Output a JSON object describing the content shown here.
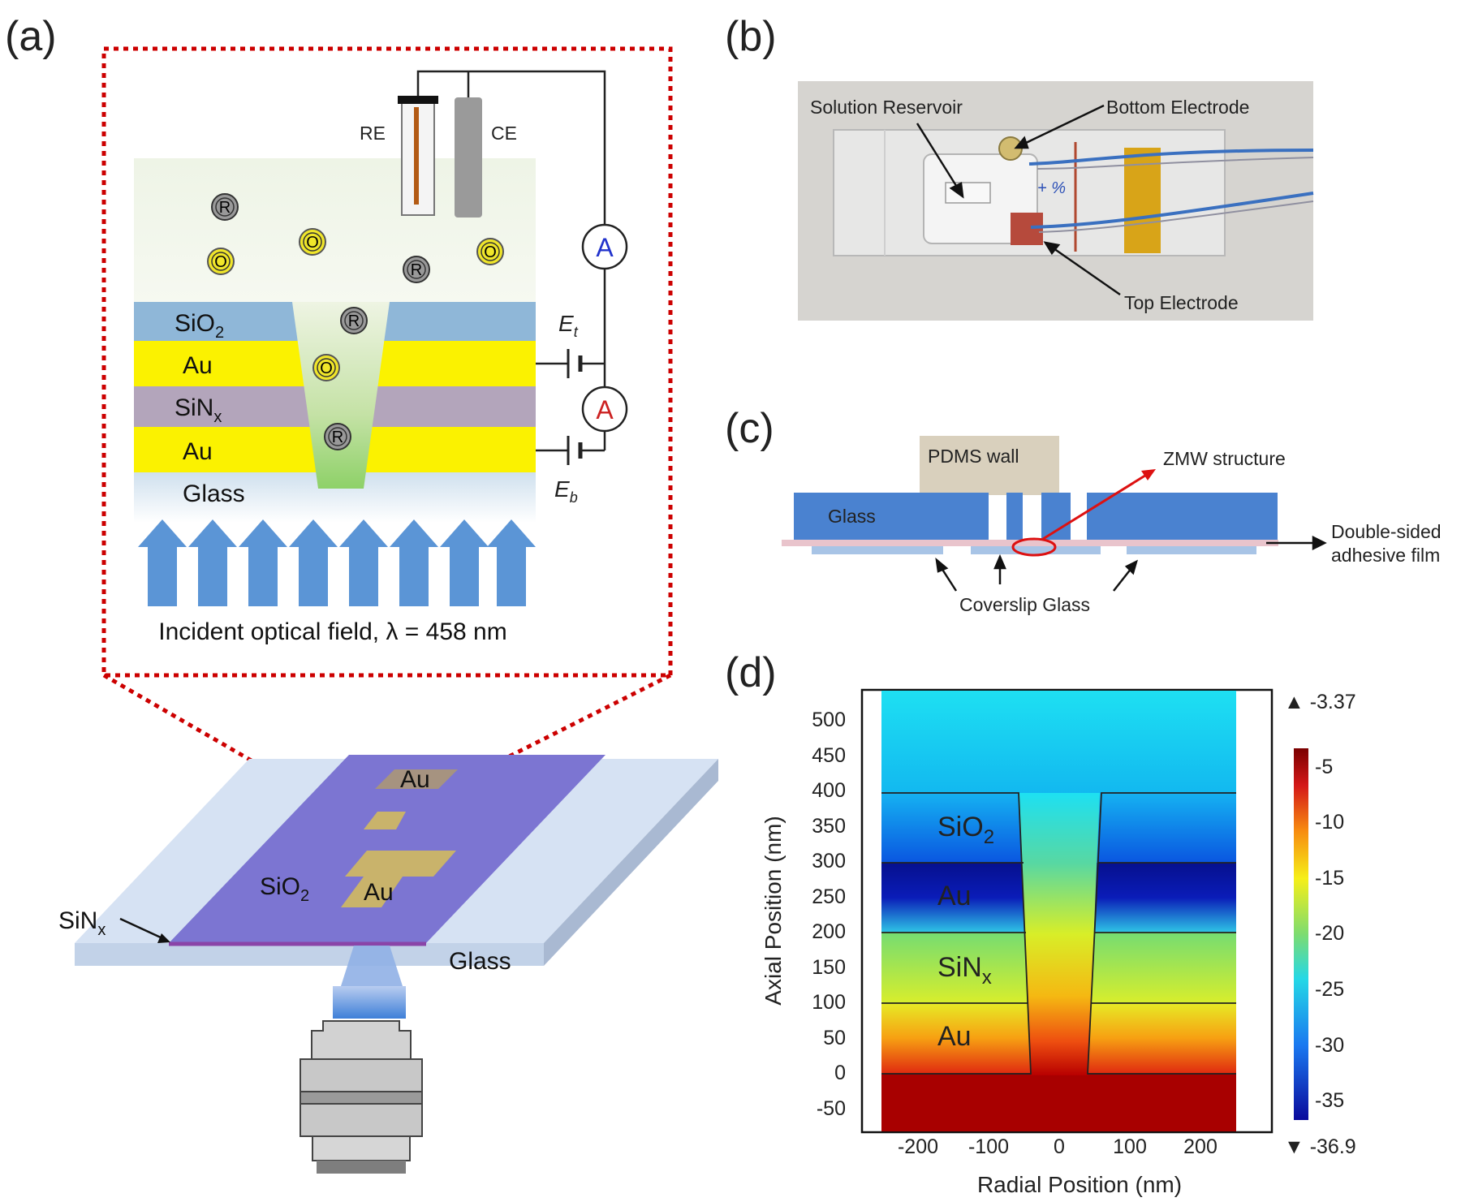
{
  "panels": {
    "a": {
      "label": "(a)",
      "electrodes": {
        "re": "RE",
        "ce": "CE"
      },
      "ammeters": [
        "A",
        "A"
      ],
      "species": {
        "reduced": "R",
        "oxidized": "O"
      },
      "layers": [
        "SiO",
        "Au",
        "SiN",
        "Au",
        "Glass"
      ],
      "layer_subscripts": {
        "sio2": "2",
        "sinx": "x"
      },
      "potentials": {
        "top": "E",
        "top_sub": "t",
        "bottom": "E",
        "bottom_sub": "b"
      },
      "incident_label": "Incident optical field, λ = 458 nm",
      "device_labels": {
        "au_top": "Au",
        "au_bottom": "Au",
        "sio2": "SiO",
        "sio2_sub": "2",
        "sinx": "SiN",
        "sinx_sub": "x",
        "glass": "Glass"
      },
      "colors": {
        "sio2": "#8fb7d8",
        "au": "#fbf200",
        "sinx": "#b3a5bb",
        "dotted_outline": "#cc0000",
        "arrows": "#5b95d6"
      }
    },
    "b": {
      "label": "(b)",
      "annotations": {
        "reservoir": "Solution Reservoir",
        "bottom_electrode": "Bottom Electrode",
        "top_electrode": "Top Electrode"
      }
    },
    "c": {
      "label": "(c)",
      "labels": {
        "pdms": "PDMS wall",
        "glass": "Glass",
        "zmw": "ZMW structure",
        "film_line1": "Double-sided",
        "film_line2": "adhesive film",
        "coverslip": "Coverslip Glass"
      }
    },
    "d": {
      "label": "(d)",
      "layer_labels": [
        "SiO",
        "Au",
        "SiN",
        "Au"
      ],
      "layer_subscripts": {
        "sio2": "2",
        "sinx": "x"
      },
      "x_label": "Radial Position (nm)",
      "y_label": "Axial Position (nm)",
      "x_ticks": [
        "-200",
        "-100",
        "0",
        "100",
        "200"
      ],
      "y_ticks": [
        "500",
        "450",
        "400",
        "350",
        "300",
        "250",
        "200",
        "150",
        "100",
        "50",
        "0",
        "-50"
      ],
      "colorbar": {
        "max": "▲ -3.37",
        "min": "▼ -36.9",
        "ticks": [
          "-5",
          "-10",
          "-15",
          "-20",
          "-25",
          "-30",
          "-35"
        ]
      }
    }
  }
}
